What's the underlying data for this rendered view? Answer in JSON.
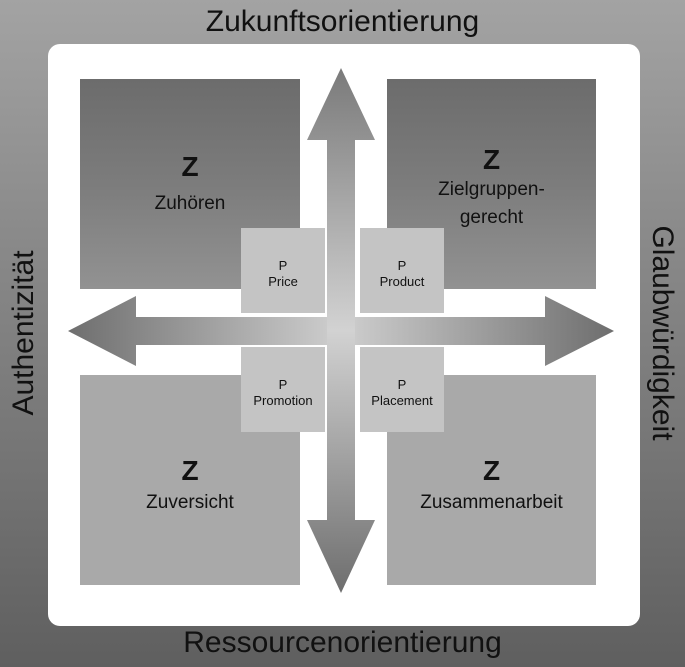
{
  "edges": {
    "top": "Zukunftsorientierung",
    "bottom": "Ressourcenorientierung",
    "left": "Authentizität",
    "right": "Glaubwürdigkeit"
  },
  "quadrants": {
    "top_left": {
      "letter": "Z",
      "label": "Zuhören"
    },
    "top_right": {
      "letter": "Z",
      "label": "Zielgruppen-\ngerecht"
    },
    "bottom_left": {
      "letter": "Z",
      "label": "Zuversicht"
    },
    "bottom_right": {
      "letter": "Z",
      "label": "Zusammenarbeit"
    }
  },
  "p_boxes": {
    "price": {
      "letter": "P",
      "label": "Price"
    },
    "product": {
      "letter": "P",
      "label": "Product"
    },
    "promotion": {
      "letter": "P",
      "label": "Promotion"
    },
    "placement": {
      "letter": "P",
      "label": "Placement"
    }
  },
  "colors": {
    "frame": "#7a7a7a",
    "quadrant_top": "#767676",
    "quadrant_bottom": "#a9a9a9",
    "p_box": "#c4c4c4",
    "arrow": "#8c8c8c"
  }
}
